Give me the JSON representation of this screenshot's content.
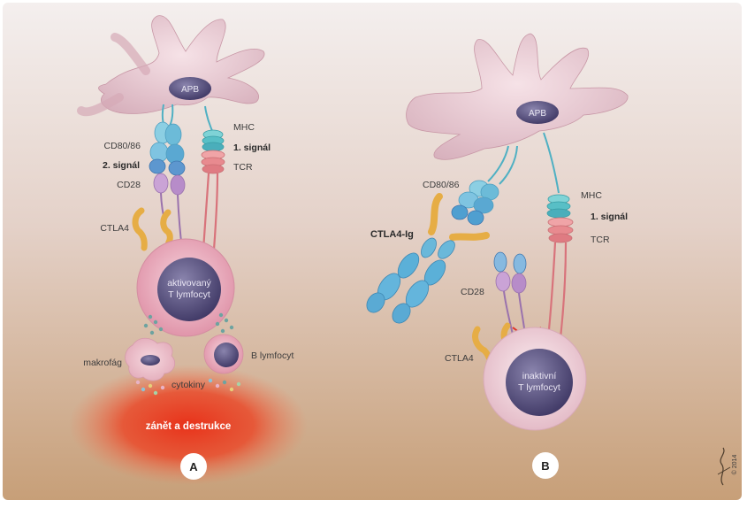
{
  "panel_a": {
    "apc": "APB",
    "cd80": "CD80/86",
    "signal2": "2. signál",
    "cd28": "CD28",
    "mhc": "MHC",
    "signal1": "1. signál",
    "tcr": "TCR",
    "ctla4": "CTLA4",
    "tcell_line1": "aktivovaný",
    "tcell_line2": "T lymfocyt",
    "macrophage": "makrofág",
    "bcell": "B lymfocyt",
    "cytokines": "cytokiny",
    "inflammation": "zánět a destrukce",
    "badge": "A"
  },
  "panel_b": {
    "apc": "APB",
    "cd80": "CD80/86",
    "ctla4ig": "CTLA4-Ig",
    "mhc": "MHC",
    "signal1": "1. signál",
    "tcr": "TCR",
    "cd28": "CD28",
    "ctla4": "CTLA4",
    "tcell_line1": "inaktivní",
    "tcell_line2": "T lymfocyt",
    "badge": "B"
  },
  "copyright": "© 2014",
  "colors": {
    "background_top": "#f2ebea",
    "background_bottom": "#c9a27c",
    "apc": "#ecd0d8",
    "nucleus": "#5e5582",
    "cd80": "#63b7d6",
    "mhc": "#5fc2c8",
    "tcr": "#e58a8e",
    "cd28": "#c99bd0",
    "ctla4": "#edb54c",
    "inflammation": "#e4321b"
  }
}
